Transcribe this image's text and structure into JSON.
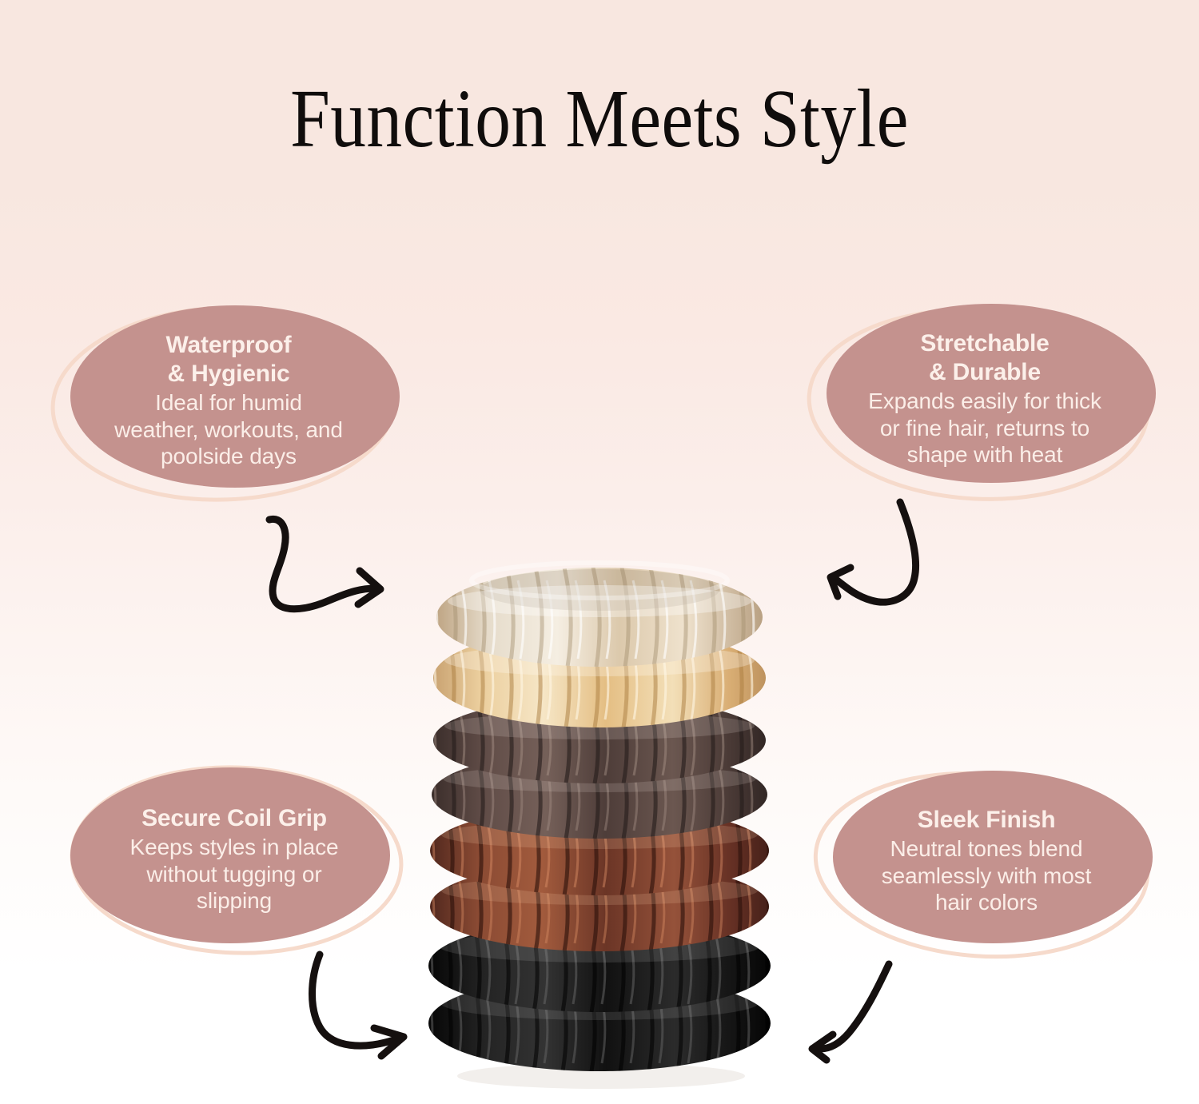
{
  "page": {
    "title": "Function Meets Style",
    "background_top_color": "#F8E7E0",
    "background_bottom_color": "#FFFFFF",
    "bubble_fill_color": "#C4928E",
    "bubble_outline_color": "#F6DACB",
    "bubble_text_color": "#FBEAE3",
    "arrow_color": "#15100F",
    "title_color": "#100D0C"
  },
  "callouts": [
    {
      "id": "waterproof",
      "heading": "Waterproof\n& Hygienic",
      "body": "Ideal for humid\nweather, workouts, and\npoolside days",
      "position": "top-left"
    },
    {
      "id": "stretchable",
      "heading": "Stretchable\n& Durable",
      "body": "Expands easily for thick\nor fine hair, returns to\nshape with heat",
      "position": "top-right"
    },
    {
      "id": "secure-coil-grip",
      "heading": "Secure Coil Grip",
      "body": "Keeps styles in place\nwithout tugging or\nslipping",
      "position": "bottom-left"
    },
    {
      "id": "sleek-finish",
      "heading": "Sleek Finish",
      "body": "Neutral tones blend\nseamlessly with most\nhair colors",
      "position": "bottom-right"
    }
  ],
  "arrows": [
    {
      "id": "arrow-top-left",
      "points_to": "product-stack",
      "direction": "right",
      "style": "hand-drawn-s-curve"
    },
    {
      "id": "arrow-top-right",
      "points_to": "product-stack",
      "direction": "up-left",
      "style": "hand-drawn-hook"
    },
    {
      "id": "arrow-bottom-left",
      "points_to": "product-stack",
      "direction": "right",
      "style": "hand-drawn-c-curve"
    },
    {
      "id": "arrow-bottom-right",
      "points_to": "product-stack",
      "direction": "down-left",
      "style": "hand-drawn-hook"
    }
  ],
  "product": {
    "name": "spiral-coil-hair-ties",
    "count": 8,
    "coils": [
      {
        "index": 1,
        "color_name": "champagne",
        "hex": "#E6C08A",
        "translucent": true
      },
      {
        "index": 2,
        "color_name": "champagne",
        "hex": "#E2B77E",
        "translucent": true
      },
      {
        "index": 3,
        "color_name": "smoky-brown",
        "hex": "#5B4945",
        "translucent": true
      },
      {
        "index": 4,
        "color_name": "smoky-brown",
        "hex": "#574340",
        "translucent": true
      },
      {
        "index": 5,
        "color_name": "copper-brown",
        "hex": "#7A4534",
        "translucent": true
      },
      {
        "index": 6,
        "color_name": "copper-brown",
        "hex": "#6E3E30",
        "translucent": true
      },
      {
        "index": 7,
        "color_name": "black",
        "hex": "#131313",
        "translucent": false
      },
      {
        "index": 8,
        "color_name": "black",
        "hex": "#0E0E0E",
        "translucent": false
      }
    ]
  }
}
